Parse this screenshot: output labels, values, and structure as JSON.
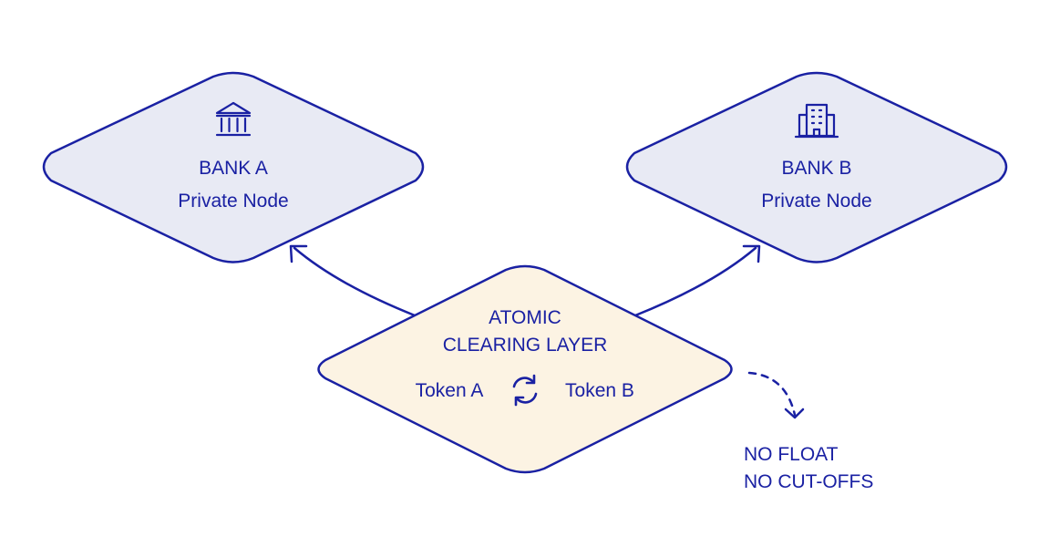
{
  "colors": {
    "ink": "#1a21a3",
    "bank_fill": "#e8eaf4",
    "clearing_fill": "#fcf3e3",
    "background": "#ffffff"
  },
  "bank_a": {
    "icon": "bank-building-icon",
    "line1": "BANK A",
    "line2": "Private Node"
  },
  "bank_b": {
    "icon": "office-building-icon",
    "line1": "BANK B",
    "line2": "Private Node"
  },
  "clearing": {
    "line1": "ATOMIC",
    "line2": "CLEARING LAYER",
    "token_a": "Token A",
    "swap_icon": "swap-icon",
    "token_b": "Token B"
  },
  "note": {
    "line1": "NO FLOAT",
    "line2": "NO CUT-OFFS"
  }
}
